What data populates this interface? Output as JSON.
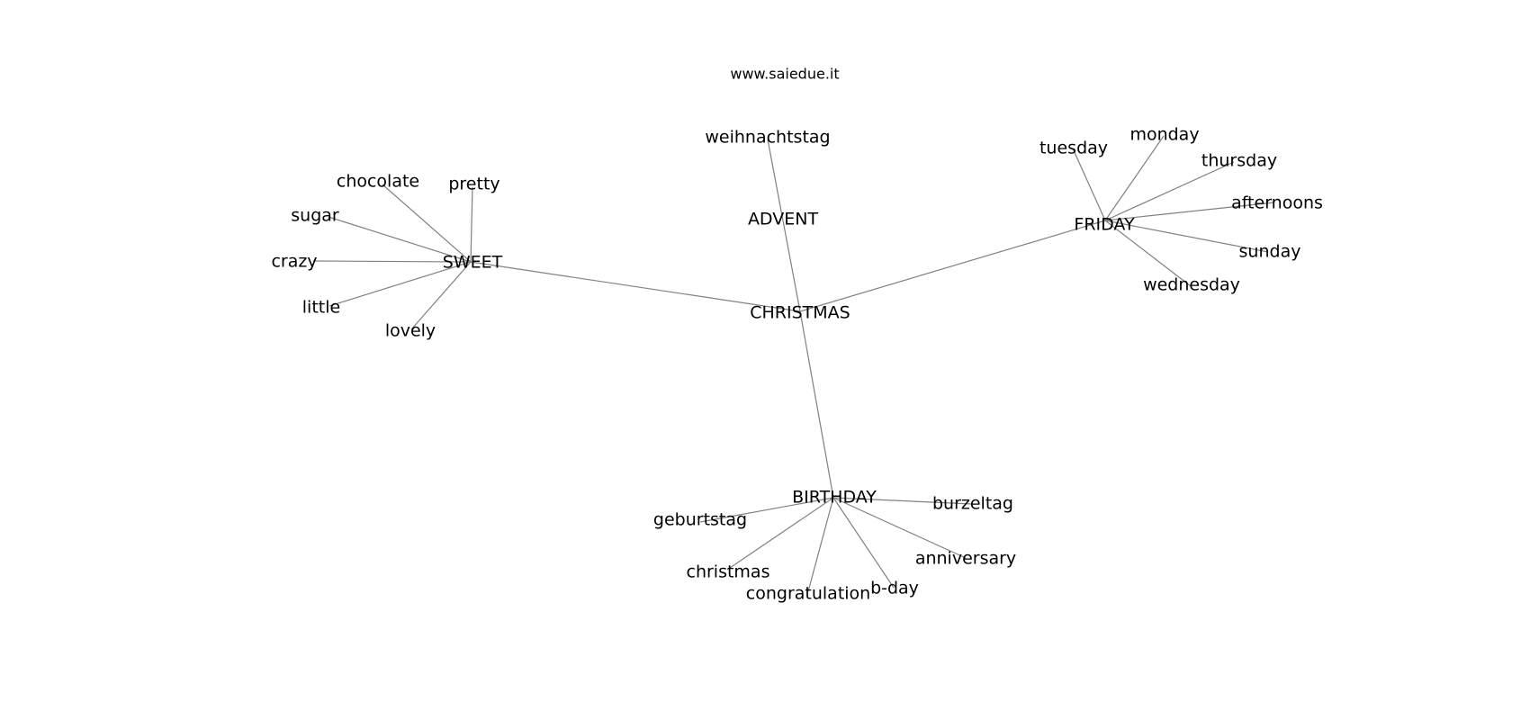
{
  "caption": "www.saiedue.it",
  "nodes": {
    "christmas_hub": "CHRISTMAS",
    "sweet": "SWEET",
    "friday": "FRIDAY",
    "birthday": "BIRTHDAY",
    "advent": "ADVENT",
    "weihnachtstag": "weihnachtstag",
    "chocolate": "chocolate",
    "pretty": "pretty",
    "sugar": "sugar",
    "crazy": "crazy",
    "little": "little",
    "lovely": "lovely",
    "tuesday": "tuesday",
    "monday": "monday",
    "thursday": "thursday",
    "afternoons": "afternoons",
    "sunday": "sunday",
    "wednesday": "wednesday",
    "geburtstag": "geburtstag",
    "burzeltag": "burzeltag",
    "christmas_leaf": "christmas",
    "congratulation": "congratulation",
    "b_day": "b-day",
    "anniversary": "anniversary"
  }
}
